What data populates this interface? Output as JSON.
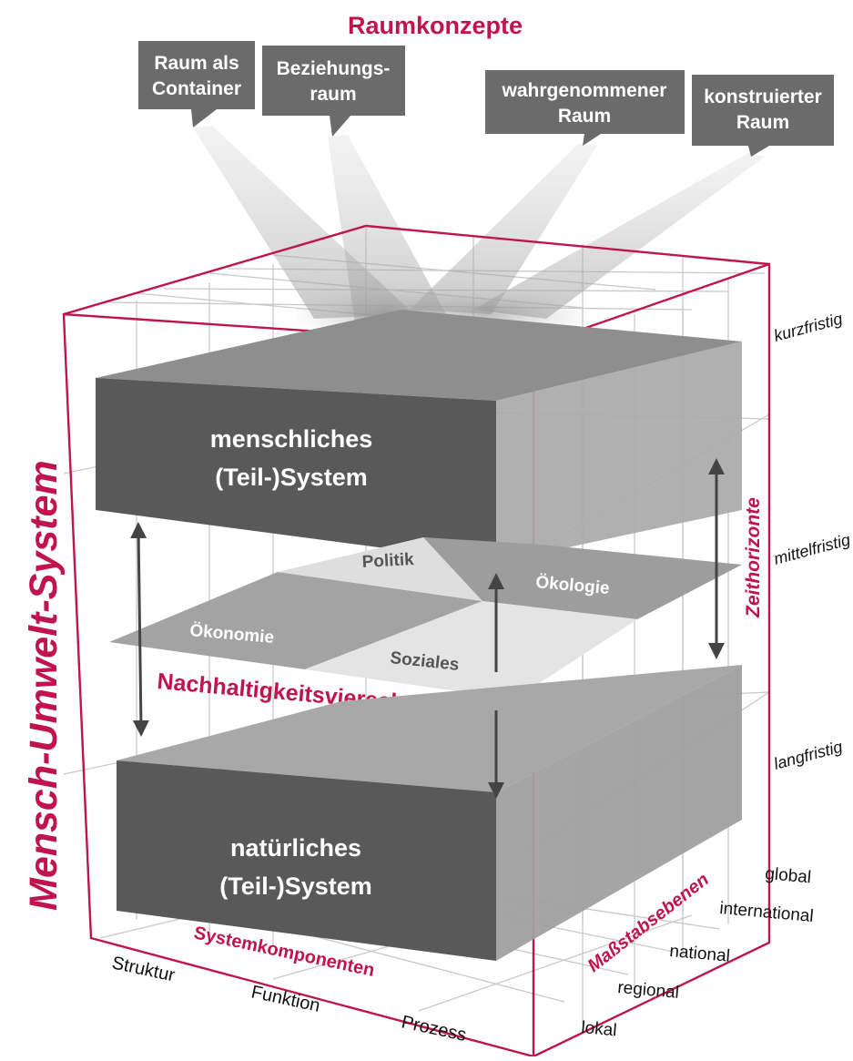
{
  "title": "Raumkonzepte",
  "concept_boxes": [
    {
      "line1": "Raum als",
      "line2": "Container"
    },
    {
      "line1": "Beziehungs-",
      "line2": "raum"
    },
    {
      "line1": "wahrgenommener",
      "line2": "Raum"
    },
    {
      "line1": "konstruierter",
      "line2": "Raum"
    }
  ],
  "side_title": "Mensch-Umwelt-System",
  "human_block": {
    "line1": "menschliches",
    "line2": "(Teil-)System"
  },
  "nature_block": {
    "line1": "natürliches",
    "line2": "(Teil-)System"
  },
  "sustainability": {
    "label": "Nachhaltigkeitsviereck",
    "politik": "Politik",
    "oekologie": "Ökologie",
    "oekonomie": "Ökonomie",
    "soziales": "Soziales"
  },
  "time_axis": {
    "label": "Zeithorizonte",
    "items": [
      "kurzfristig",
      "mittelfristig",
      "langfristig"
    ]
  },
  "scale_axis": {
    "label": "Maßstabsebenen",
    "items": [
      "global",
      "international",
      "national",
      "regional",
      "lokal"
    ]
  },
  "component_axis": {
    "label": "Systemkomponenten",
    "items": [
      "Struktur",
      "Funktion",
      "Prozess"
    ]
  },
  "colors": {
    "accent": "#c0144f",
    "dark_block": "#595959",
    "light_block": "#a9a9a9",
    "label_box": "#6b6b6b"
  }
}
